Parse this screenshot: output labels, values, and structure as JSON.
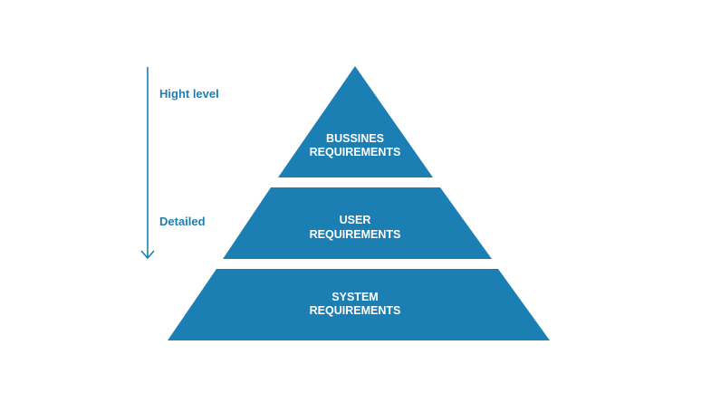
{
  "colors": {
    "pyramid_fill": "#1b7fb3",
    "text_accent": "#1b7fb3",
    "tier_text": "#ffffff",
    "background": "#ffffff"
  },
  "axis": {
    "arrow_icon": "down-arrow-icon",
    "top_label": "Hight level",
    "bottom_label": "Detailed"
  },
  "pyramid": {
    "tiers": [
      {
        "line1": "BUSSINES",
        "line2": "REQUIREMENTS"
      },
      {
        "line1": "USER",
        "line2": "REQUIREMENTS"
      },
      {
        "line1": "SYSTEM",
        "line2": "REQUIREMENTS"
      }
    ]
  }
}
